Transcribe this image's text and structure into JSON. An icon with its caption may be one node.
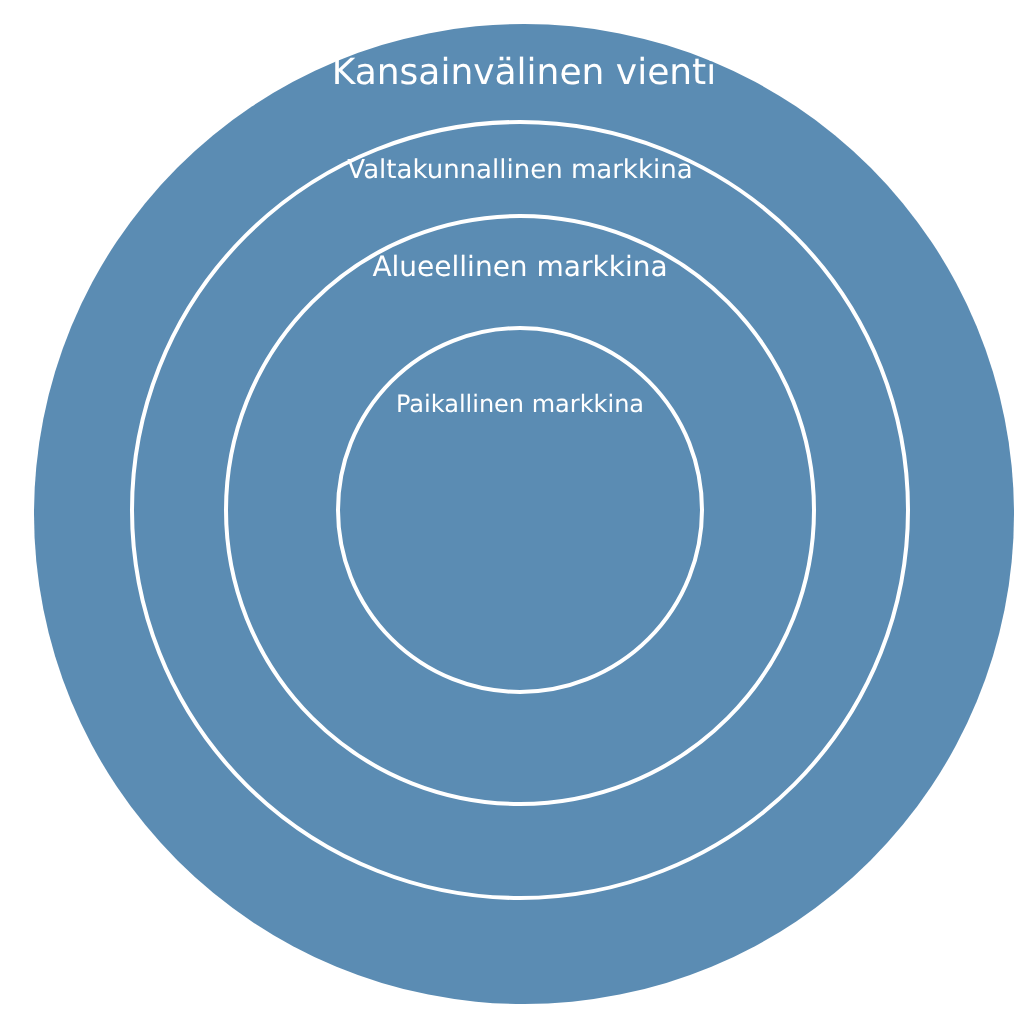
{
  "diagram": {
    "nodes": [
      {
        "text": [
          "Kansainvälinen vienti"
        ]
      },
      {
        "text": [
          "Valtakunnallinen markkina"
        ],
        "in": 0
      },
      {
        "text": [
          "Alueellinen markkina"
        ],
        "in": 1
      },
      {
        "text": [
          "Paikallinen markkina"
        ],
        "in": 2
      }
    ]
  }
}
